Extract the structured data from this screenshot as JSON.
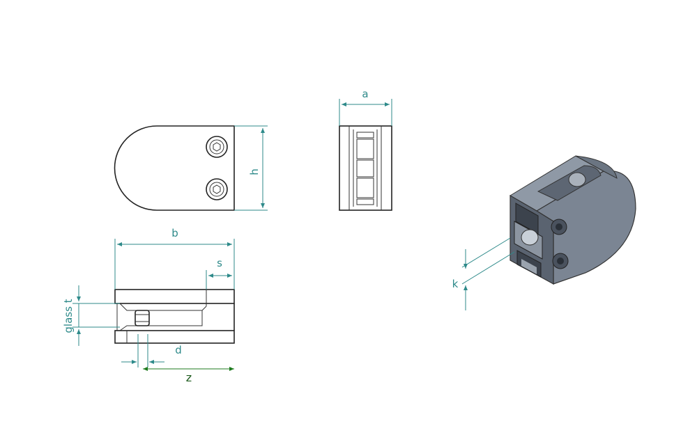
{
  "labels": {
    "a": "a",
    "b": "b",
    "h": "h",
    "s": "s",
    "d": "d",
    "glass_t": "glass t",
    "z": "z",
    "k": "k"
  },
  "colors": {
    "dimension": "#2e8a8a",
    "z_dimension": "#1d7a1d",
    "body_gray": "#7b8593",
    "body_dark": "#4f5866",
    "outline": "#222222"
  }
}
